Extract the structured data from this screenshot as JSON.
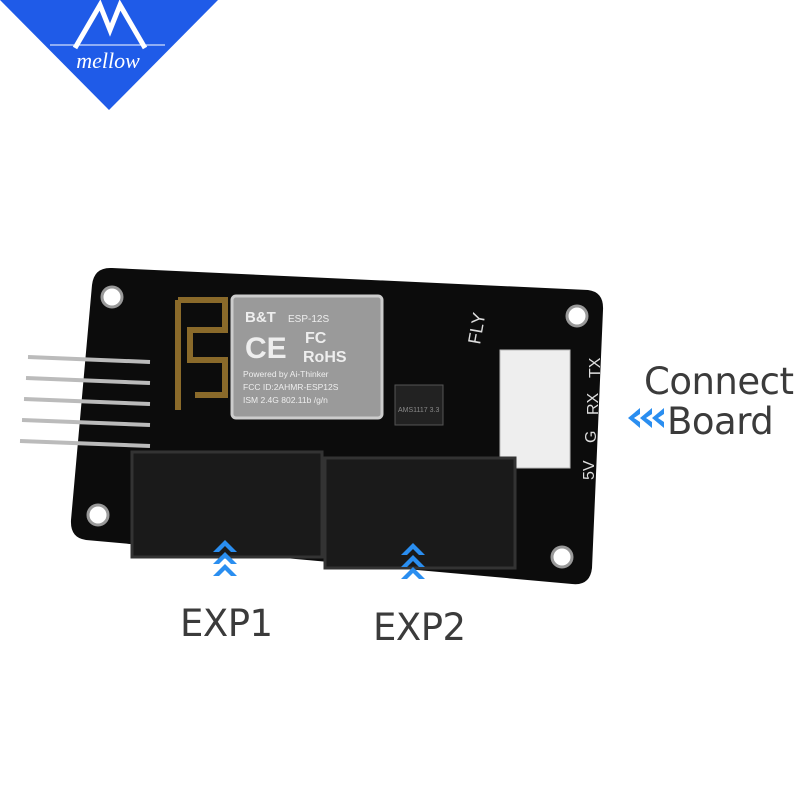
{
  "logo": {
    "text": "mellow",
    "color": "#1f5be8"
  },
  "module": {
    "brand": "B&T",
    "model": "ESP-12S",
    "marks": [
      "CE",
      "FC",
      "RoHS"
    ],
    "powered": "Powered by Ai-Thinker",
    "fcc": "FCC ID:2AHMR-ESP12S",
    "ism": "ISM 2.4G  802.11b /g/n"
  },
  "silkscreen": {
    "brand": "FLY",
    "pins": [
      "TX",
      "RX",
      "G",
      "5V"
    ],
    "regulator": "AMS1117 3.3"
  },
  "labels": {
    "connect_line1": "Connect",
    "connect_line2": "Board",
    "exp1": "EXP1",
    "exp2": "EXP2"
  },
  "colors": {
    "arrow": "#2a8ef0",
    "board": "#0c0c0c",
    "text": "#3b3b3b"
  }
}
